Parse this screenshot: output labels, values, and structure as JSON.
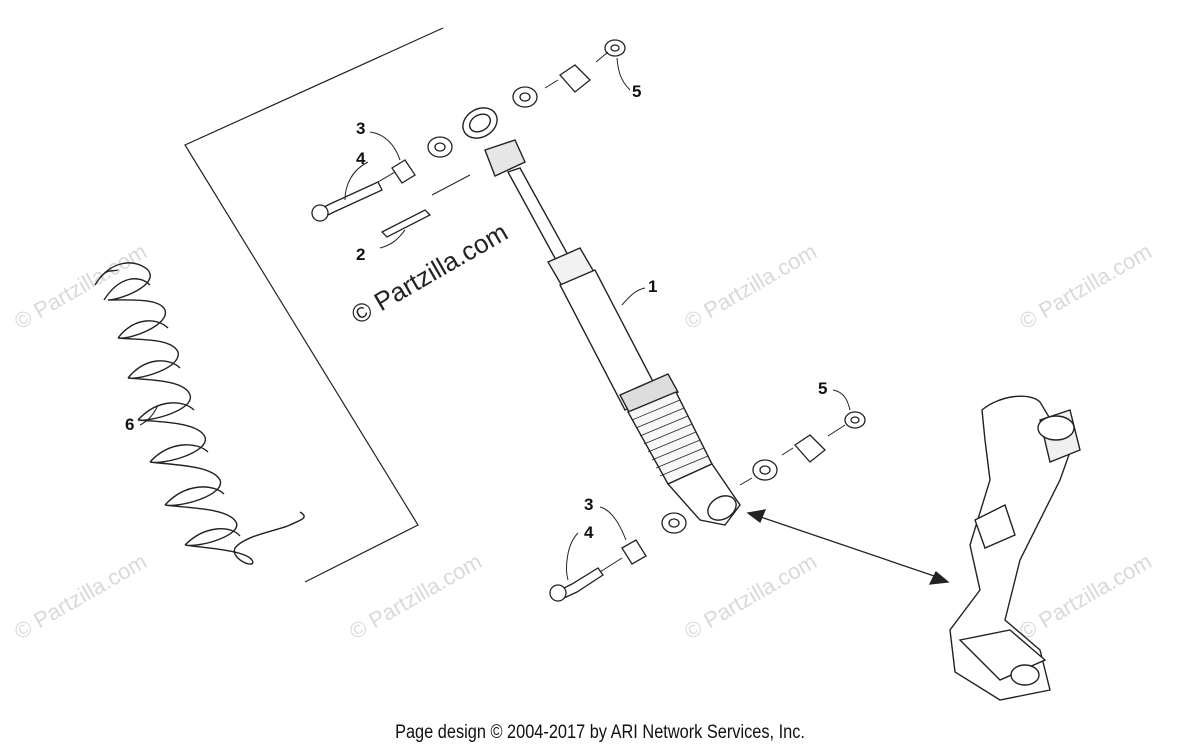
{
  "callouts": {
    "shock": "1",
    "pin": "2",
    "bushing_top": "3",
    "bolt_top": "4",
    "nut_top": "5",
    "spring": "6",
    "bushing_bottom": "3",
    "bolt_bottom": "4",
    "nut_bottom": "5"
  },
  "watermark": {
    "main": "© Partzilla.com",
    "faint": "© Partzilla.com"
  },
  "footer": {
    "text": "Page design © 2004-2017 by ARI Network Services, Inc."
  },
  "icons": {
    "shock": "shock-absorber-icon",
    "spring": "coil-spring-icon",
    "knuckle": "steering-knuckle-icon"
  }
}
